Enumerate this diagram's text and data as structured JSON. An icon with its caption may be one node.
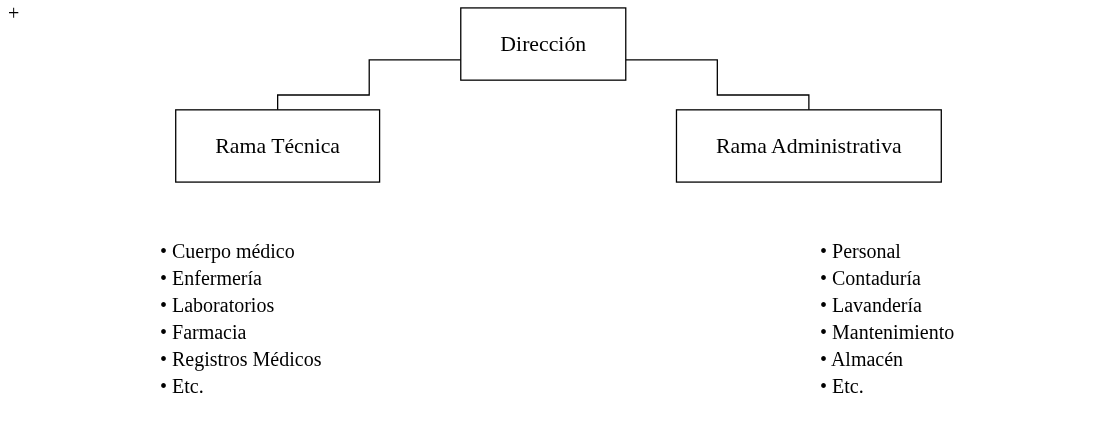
{
  "diagram": {
    "nodes": [
      {
        "text": [
          "Dirección"
        ]
      },
      {
        "text": [
          "Rama Técnica"
        ]
      },
      {
        "text": [
          "Rama Administrativa"
        ]
      }
    ],
    "edges": [
      {
        "from": 0,
        "to": 1,
        "arrow": "none"
      },
      {
        "from": 0,
        "to": 2,
        "arrow": "none"
      }
    ],
    "labels": [
      "+",
      "• Cuerpo médico",
      "• Enfermería",
      "• Laboratorios",
      "• Farmacia",
      "• Registros Médicos",
      "• Etc.",
      "• Personal",
      "• Contaduría",
      "• Lavandería",
      "• Mantenimiento",
      "• Almacén",
      "• Etc."
    ]
  }
}
